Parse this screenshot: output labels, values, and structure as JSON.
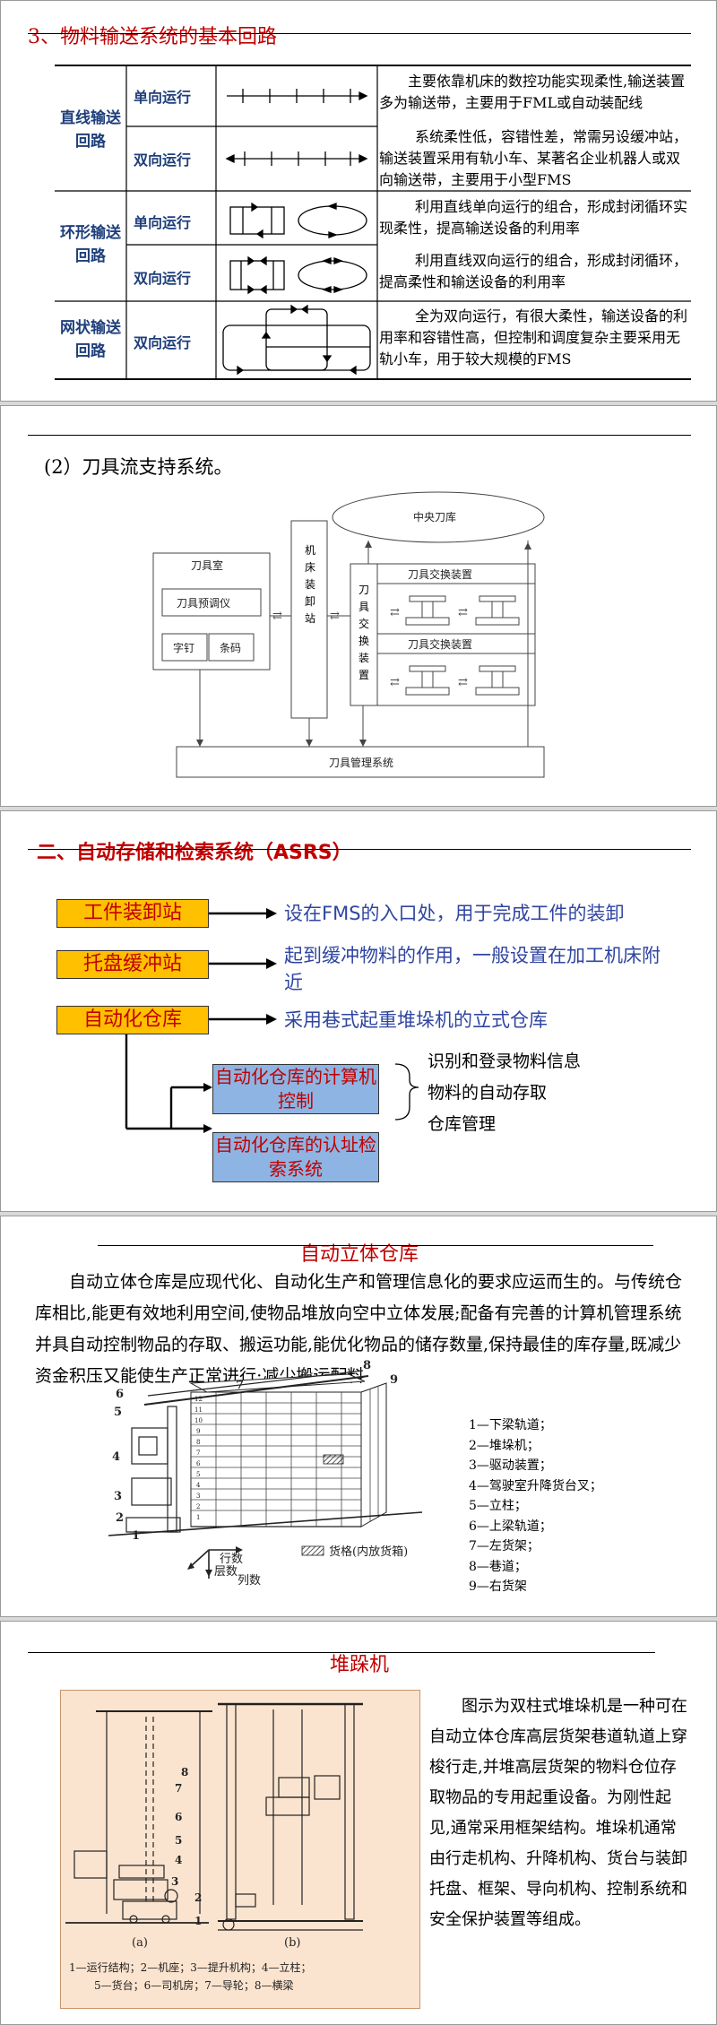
{
  "slide1": {
    "title": "3、物料输送系统的基本回路",
    "categories": [
      {
        "name": "直线输送回路",
        "modes": [
          "单向运行",
          "双向运行"
        ]
      },
      {
        "name": "环形输送回路",
        "modes": [
          "单向运行",
          "双向运行"
        ]
      },
      {
        "name": "网状输送回路",
        "modes": [
          "双向运行"
        ]
      }
    ],
    "descriptions": [
      "主要依靠机床的数控功能实现柔性,输送装置多为输送带，主要用于FML或自动装配线",
      "系统柔性低，容错性差，常需另设缓冲站，输送装置采用有轨小车、某著名企业机器人或双向输送带，主要用于小型FMS",
      "利用直线单向运行的组合，形成封闭循环实现柔性，提高输送设备的利用率",
      "利用直线双向运行的组合，形成封闭循环，提高柔性和输送设备的利用率",
      "全为双向运行，有很大柔性，输送设备的利用率和容错性高，但控制和调度复杂主要采用无轨小车，用于较大规模的FMS"
    ]
  },
  "slide2": {
    "heading": "(2）刀具流支持系统。",
    "diagram": {
      "central_library": "中央刀库",
      "tool_room": "刀具室",
      "presetter": "刀具预调仪",
      "ziding": "字钉",
      "tiaoma": "条码",
      "machine_station": "机床装卸站",
      "tool_exchange": "刀具交换装置",
      "exchange_unit_1": "刀具交换装置",
      "exchange_unit_2": "刀具交换装置",
      "management": "刀具管理系统"
    }
  },
  "slide3": {
    "title": "二、自动存储和检索系统（ASRS）",
    "items": [
      {
        "label": "工件装卸站",
        "desc": "设在FMS的入口处，用于完成工件的装卸"
      },
      {
        "label": "托盘缓冲站",
        "desc": "起到缓冲物料的作用，一般设置在加工机床附近"
      },
      {
        "label": "自动化仓库",
        "desc": "采用巷式起重堆垛机的立式仓库"
      }
    ],
    "sub_boxes": [
      "自动化仓库的计算机控制",
      "自动化仓库的认址检索系统"
    ],
    "functions": [
      "识别和登录物料信息",
      "物料的自动存取",
      "仓库管理"
    ]
  },
  "slide4": {
    "title": "自动立体仓库",
    "paragraph": "自动立体仓库是应现代化、自动化生产和管理信息化的要求应运而生的。与传统仓库相比,能更有效地利用空间,使物品堆放向空中立体发展;配备有完善的计算机管理系统并具自动控制物品的存取、搬运功能,能优化物品的储存数量,保持最佳的库存量,既减少资金积压又能使生产正常进行;减少搬运配料",
    "legend": [
      "1—下梁轨道；",
      "2—堆垛机；",
      "3—驱动装置；",
      "4—驾驶室升降货台叉；",
      "5—立柱；",
      "6—上梁轨道；",
      "7—左货架；",
      "8—巷道；",
      "9—右货架"
    ],
    "axis_layers": "层数",
    "axis_rows": "行数",
    "axis_cols": "列数",
    "cell_legend": "货格(内放货箱)",
    "rack_numbers": [
      "12",
      "11",
      "10",
      "9",
      "8",
      "7",
      "6",
      "5",
      "4",
      "3",
      "2",
      "1"
    ],
    "callouts": [
      "1",
      "2",
      "3",
      "4",
      "5",
      "6",
      "7",
      "8",
      "9"
    ]
  },
  "slide5": {
    "title": "堆跺机",
    "paragraph": "图示为双柱式堆垛机是一种可在自动立体仓库高层货架巷道轨道上穿梭行走,并堆高层货架的物料仓位存取物品的专用起重设备。为刚性起见,通常采用框架结构。堆垛机通常由行走机构、升降机构、货台与装卸托盘、框架、导向机构、控制系统和安全保护装置等组成。",
    "caption_a": "(a)",
    "caption_b": "(b)",
    "caption_line1": "1—运行结构；2—机座；3—提升机构；4—立柱；",
    "caption_line2": "5—货台；6—司机房；7—导轮；8—横梁",
    "callouts": [
      "1",
      "2",
      "3",
      "4",
      "5",
      "6",
      "7",
      "8"
    ]
  }
}
